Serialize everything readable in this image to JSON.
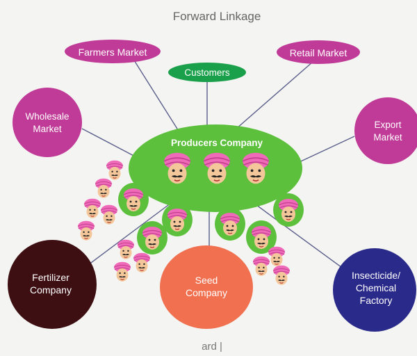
{
  "title": "Forward Linkage",
  "bottom_caption": "ard |",
  "center": {
    "label": "Producers Company"
  },
  "nodes": {
    "farmers_market": "Farmers Market",
    "retail_market": "Retail Market",
    "customers": "Customers",
    "wholesale_market": [
      "Wholesale",
      "Market"
    ],
    "export_market": [
      "Export",
      "Market"
    ],
    "fertilizer_company": [
      "Fertilizer",
      "Company"
    ],
    "seed_company": [
      "Seed",
      "Company"
    ],
    "insecticide_factory": [
      "Insecticide/",
      "Chemical",
      "Factory"
    ]
  },
  "colors": {
    "magenta": "#c03a97",
    "green": "#5cc03c",
    "customers_green": "#1aa04a",
    "dark_brown": "#3d0f12",
    "orange": "#f07050",
    "navy": "#2a2a8a",
    "turban": "#ef6ab8",
    "line": "#5a5e8a",
    "title": "#666666"
  },
  "icons": {
    "farmer": "farmer-face-icon"
  }
}
